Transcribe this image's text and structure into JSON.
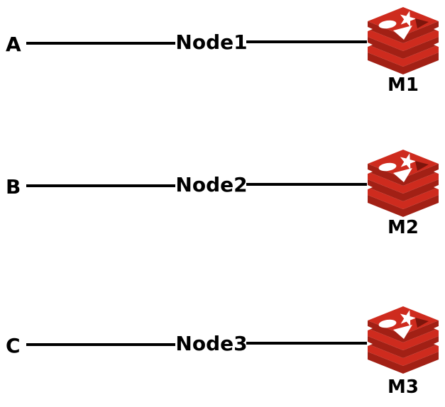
{
  "diagram": {
    "rows": [
      {
        "endpoint": "A",
        "node": "Node1",
        "db": "M1"
      },
      {
        "endpoint": "B",
        "node": "Node2",
        "db": "M2"
      },
      {
        "endpoint": "C",
        "node": "Node3",
        "db": "M3"
      }
    ],
    "icon": "redis-database-stack-icon",
    "colors": {
      "redis_bright": "#CE2B1E",
      "redis_dark": "#A22015",
      "redis_shadow_triangle": "#7E150C",
      "decoration_white": "#FFFFFF",
      "line": "#000000",
      "text": "#000000",
      "background": "#FFFFFF"
    }
  }
}
